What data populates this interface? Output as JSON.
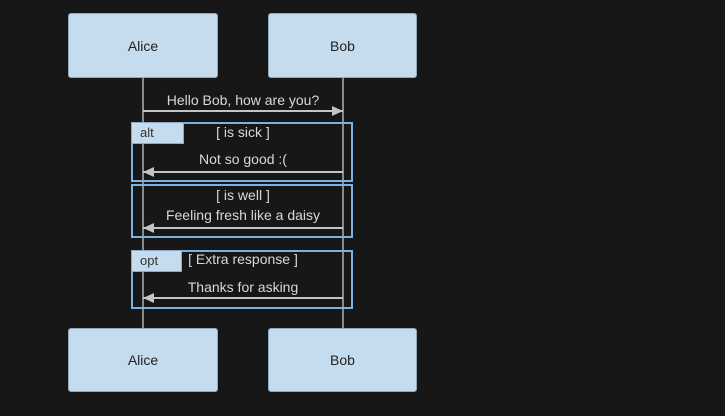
{
  "colors": {
    "background": "#171717",
    "actor_fill": "#c5dcef",
    "actor_border": "#8fa9c2",
    "actor_text": "#222222",
    "frame_border": "#7cb1e3",
    "label_fill": "#c5dcef",
    "label_border": "#8fa9c2",
    "label_text": "#333333",
    "message_text": "#d8d8d8",
    "line": "#c4c4c4",
    "lifeline": "#8a8a8a"
  },
  "diagram": {
    "type": "sequence",
    "actors": [
      {
        "name": "Alice"
      },
      {
        "name": "Bob"
      }
    ],
    "messages": [
      {
        "from": "Alice",
        "to": "Bob",
        "text": "Hello Bob, how are you?",
        "direction": "right"
      },
      {
        "from": "Bob",
        "to": "Alice",
        "text": "Not so good :(",
        "direction": "left"
      },
      {
        "from": "Bob",
        "to": "Alice",
        "text": "Feeling fresh like a daisy",
        "direction": "left"
      },
      {
        "from": "Bob",
        "to": "Alice",
        "text": "Thanks for asking",
        "direction": "left"
      }
    ],
    "frames": [
      {
        "kind": "alt",
        "label": "alt",
        "sections": [
          {
            "guard": "[ is sick ]"
          },
          {
            "guard": "[ is well ]"
          }
        ]
      },
      {
        "kind": "opt",
        "label": "opt",
        "sections": [
          {
            "guard": "[ Extra response ]"
          }
        ]
      }
    ]
  }
}
